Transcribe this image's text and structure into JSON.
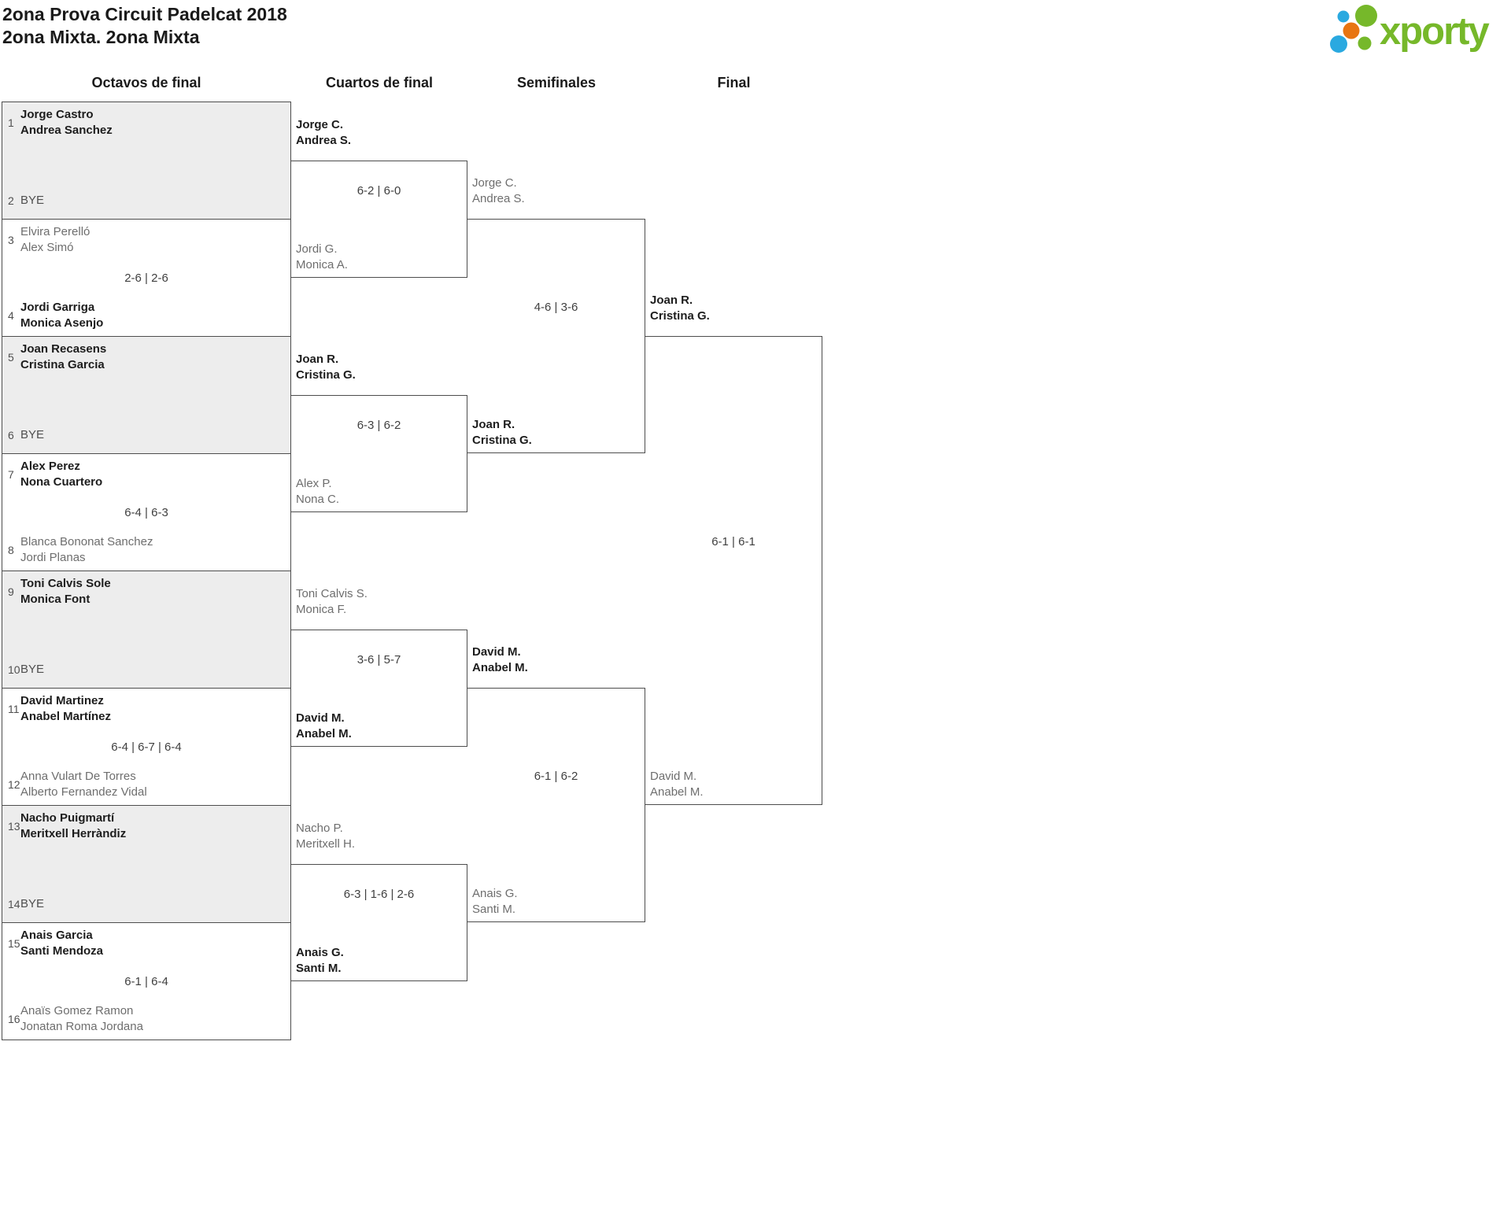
{
  "page": {
    "title": "2ona Prova Circuit Padelcat 2018",
    "subtitle": "2ona Mixta. 2ona Mixta"
  },
  "logo": {
    "text": "xporty",
    "green": "#76b82a",
    "blue": "#2aa9e0",
    "orange": "#e87511"
  },
  "columns": [
    "Octavos de final",
    "Cuartos de final",
    "Semifinales",
    "Final"
  ],
  "r16": [
    {
      "seed1": "1",
      "team1": [
        "Jorge Castro",
        "Andrea Sanchez"
      ],
      "seed2": "2",
      "team2": [
        "BYE"
      ],
      "score": "",
      "winner": 1
    },
    {
      "seed1": "3",
      "team1": [
        "Elvira Perelló",
        "Alex Simó"
      ],
      "seed2": "4",
      "team2": [
        "Jordi Garriga",
        "Monica Asenjo"
      ],
      "score": "2-6 | 2-6",
      "winner": 2
    },
    {
      "seed1": "5",
      "team1": [
        "Joan Recasens",
        "Cristina Garcia"
      ],
      "seed2": "6",
      "team2": [
        "BYE"
      ],
      "score": "",
      "winner": 1
    },
    {
      "seed1": "7",
      "team1": [
        "Alex Perez",
        "Nona Cuartero"
      ],
      "seed2": "8",
      "team2": [
        "Blanca Bononat Sanchez",
        "Jordi Planas"
      ],
      "score": "6-4 | 6-3",
      "winner": 1
    },
    {
      "seed1": "9",
      "team1": [
        "Toni Calvis Sole",
        "Monica Font"
      ],
      "seed2": "10",
      "team2": [
        "BYE"
      ],
      "score": "",
      "winner": 1
    },
    {
      "seed1": "11",
      "team1": [
        "David Martinez",
        "Anabel Martínez"
      ],
      "seed2": "12",
      "team2": [
        "Anna Vulart De Torres",
        "Alberto Fernandez Vidal"
      ],
      "score": "6-4 | 6-7 | 6-4",
      "winner": 1
    },
    {
      "seed1": "13",
      "team1": [
        "Nacho Puigmartí",
        "Meritxell Herràndiz"
      ],
      "seed2": "14",
      "team2": [
        "BYE"
      ],
      "score": "",
      "winner": 1
    },
    {
      "seed1": "15",
      "team1": [
        "Anais Garcia",
        "Santi Mendoza"
      ],
      "seed2": "16",
      "team2": [
        "Anaïs Gomez Ramon",
        "Jonatan Roma Jordana"
      ],
      "score": "6-1 | 6-4",
      "winner": 1
    }
  ],
  "qf": [
    {
      "team1": [
        "Jorge C.",
        "Andrea S."
      ],
      "team2": [
        "Jordi G.",
        "Monica A."
      ],
      "score": "6-2 | 6-0",
      "winner": 1
    },
    {
      "team1": [
        "Joan R.",
        "Cristina G."
      ],
      "team2": [
        "Alex P.",
        "Nona C."
      ],
      "score": "6-3 | 6-2",
      "winner": 1
    },
    {
      "team1": [
        "Toni Calvis S.",
        "Monica F."
      ],
      "team2": [
        "David M.",
        "Anabel M."
      ],
      "score": "3-6 | 5-7",
      "winner": 2
    },
    {
      "team1": [
        "Nacho P.",
        "Meritxell H."
      ],
      "team2": [
        "Anais G.",
        "Santi M."
      ],
      "score": "6-3 | 1-6 | 2-6",
      "winner": 2
    }
  ],
  "sf": [
    {
      "team1": [
        "Jorge C.",
        "Andrea S."
      ],
      "team2": [
        "Joan R.",
        "Cristina G."
      ],
      "score": "4-6 | 3-6",
      "winner": 2
    },
    {
      "team1": [
        "David M.",
        "Anabel M."
      ],
      "team2": [
        "Anais G.",
        "Santi M."
      ],
      "score": "6-1 | 6-2",
      "winner": 1
    }
  ],
  "final": {
    "team1": [
      "Joan R.",
      "Cristina G."
    ],
    "team2": [
      "David M.",
      "Anabel M."
    ],
    "score": "6-1 | 6-1",
    "winner": 1
  }
}
